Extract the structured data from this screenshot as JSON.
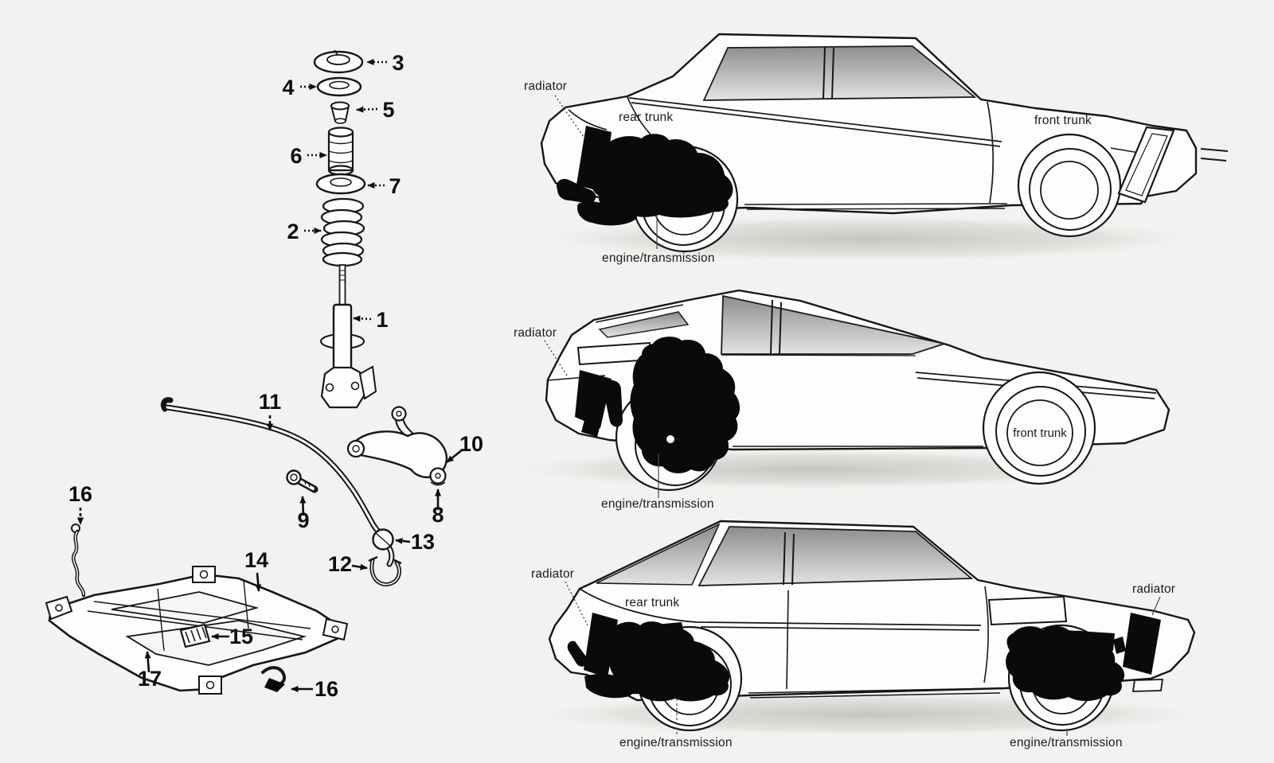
{
  "palette": {
    "background": "#f2f2f0",
    "ink": "#161616",
    "car_body_fill": "#fdfdfc",
    "solid_component_black": "#0a0a0a",
    "glass_top": "#8d8d8d",
    "glass_bottom": "#e4e4e2",
    "shadow": "#b9b9b5",
    "label_text": "#1b1b1b"
  },
  "exploded_diagram": {
    "description_visible_text": "",
    "callouts": {
      "c1": "1",
      "c2": "2",
      "c3": "3",
      "c4": "4",
      "c5": "5",
      "c6": "6",
      "c7": "7",
      "c8": "8",
      "c9": "9",
      "c10": "10",
      "c11": "11",
      "c12": "12",
      "c13": "13",
      "c14": "14",
      "c15": "15",
      "c16": "16",
      "c17": "17"
    }
  },
  "cars": [
    {
      "id": "top-car",
      "labels": [
        "radiator",
        "rear trunk",
        "front trunk",
        "engine/transmission"
      ]
    },
    {
      "id": "middle-car",
      "labels": [
        "radiator",
        "front trunk",
        "engine/transmission"
      ]
    },
    {
      "id": "bottom-car",
      "labels": [
        "radiator",
        "rear trunk",
        "radiator",
        "engine/transmission",
        "engine/transmission"
      ]
    }
  ]
}
